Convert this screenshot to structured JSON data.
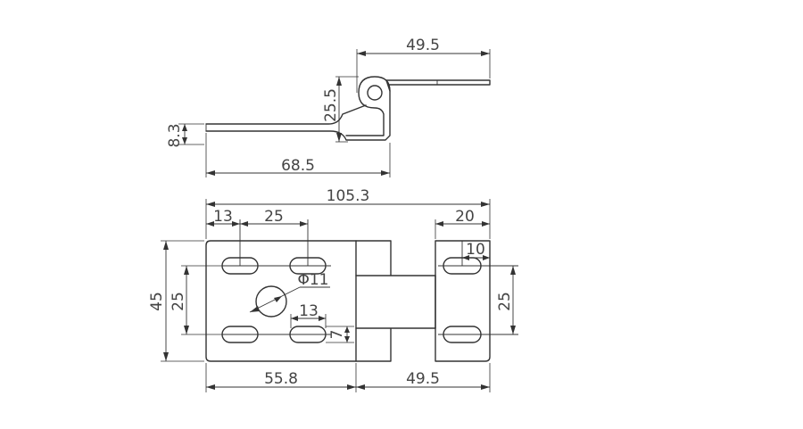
{
  "side_view": {
    "dim_top": "49.5",
    "dim_height": "25.5",
    "dim_thickness": "8.3",
    "dim_length": "68.5"
  },
  "front_view": {
    "dim_overall": "105.3",
    "dim_hole_edge": "13",
    "dim_hole_pitch": "25",
    "dim_right_block": "20",
    "dim_right_hole_offset": "10",
    "dim_height": "45",
    "dim_left_hole_pitch": "25",
    "dim_right_hole_pitch": "25",
    "dim_center_hole": "Φ11",
    "dim_slot_length": "13",
    "dim_slot_width": "7",
    "dim_left_part": "55.8",
    "dim_right_part": "49.5"
  }
}
